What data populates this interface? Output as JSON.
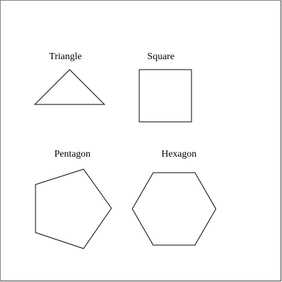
{
  "colors": {
    "background": "#ffffff",
    "stroke": "#000000",
    "frame_light": "#ffffff",
    "frame_dark": "#808080",
    "frame_shadow": "#404040"
  },
  "shapes": [
    {
      "id": "triangle",
      "label": "Triangle",
      "sides": 3
    },
    {
      "id": "square",
      "label": "Square",
      "sides": 4
    },
    {
      "id": "pentagon",
      "label": "Pentagon",
      "sides": 5
    },
    {
      "id": "hexagon",
      "label": "Hexagon",
      "sides": 6
    }
  ]
}
